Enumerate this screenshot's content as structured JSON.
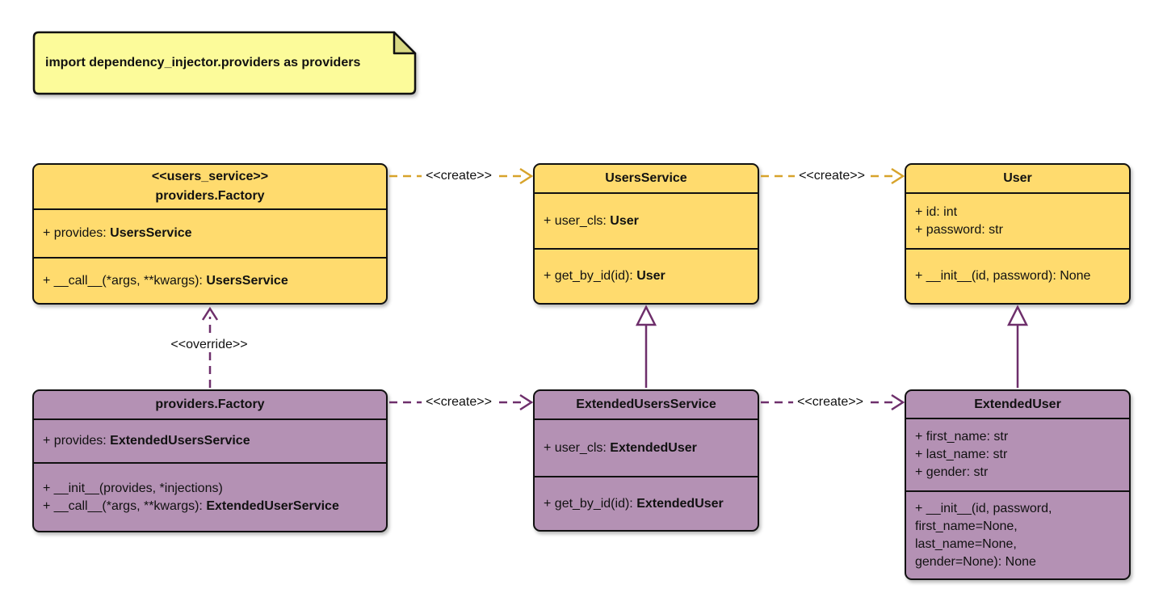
{
  "note": {
    "text": "import dependency_injector.providers as providers"
  },
  "colors": {
    "class_yellow": "#FFDB6E",
    "class_purple": "#B491B4",
    "note_yellow": "#FCFB9A",
    "note_fold": "#D9D983",
    "arrow_gold": "#D7A32B",
    "arrow_purple": "#6E2F6B",
    "border": "#111111"
  },
  "classes": {
    "factory_users": {
      "stereotype": "<<users_service>>",
      "name": "providers.Factory",
      "attributes": [
        {
          "plain": "+ provides: ",
          "bold": "UsersService"
        }
      ],
      "methods": [
        {
          "plain": "+ __call__(*args, **kwargs): ",
          "bold": "UsersService"
        }
      ]
    },
    "users_service": {
      "name": "UsersService",
      "attributes": [
        {
          "plain": "+ user_cls: ",
          "bold": "User"
        }
      ],
      "methods": [
        {
          "plain": "+ get_by_id(id): ",
          "bold": "User"
        }
      ]
    },
    "user": {
      "name": "User",
      "attributes": [
        {
          "plain": "+ id: int"
        },
        {
          "plain": "+ password: str"
        }
      ],
      "methods": [
        {
          "plain": "+ __init__(id, password): None"
        }
      ]
    },
    "factory_extended": {
      "name": "providers.Factory",
      "attributes": [
        {
          "plain": "+ provides: ",
          "bold": "ExtendedUsersService"
        }
      ],
      "methods": [
        {
          "plain": "+ __init__(provides, *injections)"
        },
        {
          "plain": "+ __call__(*args, **kwargs): ",
          "bold": "ExtendedUserService"
        }
      ]
    },
    "extended_users_service": {
      "name": "ExtendedUsersService",
      "attributes": [
        {
          "plain": "+ user_cls: ",
          "bold": "ExtendedUser"
        }
      ],
      "methods": [
        {
          "plain": "+ get_by_id(id): ",
          "bold": "ExtendedUser"
        }
      ]
    },
    "extended_user": {
      "name": "ExtendedUser",
      "attributes": [
        {
          "plain": "+ first_name: str"
        },
        {
          "plain": "+ last_name: str"
        },
        {
          "plain": "+ gender: str"
        }
      ],
      "methods": [
        {
          "plain": "+ __init__(id, password,"
        },
        {
          "plain": "first_name=None,"
        },
        {
          "plain": "last_name=None,"
        },
        {
          "plain": "gender=None): None"
        }
      ]
    }
  },
  "edges": {
    "create_label": "<<create>>",
    "override_label": "<<override>>"
  }
}
